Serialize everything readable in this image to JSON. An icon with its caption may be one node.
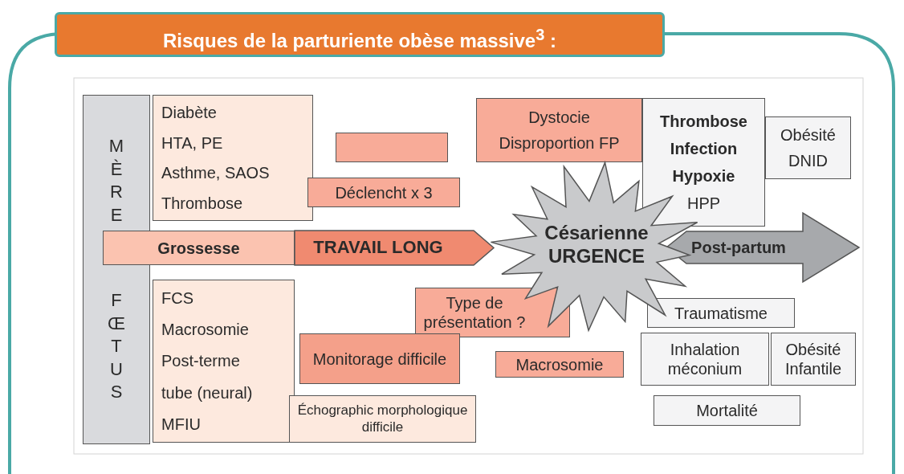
{
  "diagram": {
    "title": "Risques de la parturiente obèse massive$^{3}$ :",
    "nodes": [
      {
        "text": [
          "MÈRE",
          "FŒTUS"
        ]
      },
      {
        "text": [
          "Diabète",
          "HTA, PE",
          "Asthme, SAOS",
          "Thrombose"
        ]
      },
      {
        "text": [],
        "shape": "box"
      },
      {
        "text": [
          "Déclencht x 3"
        ]
      },
      {
        "text": [
          "Dystocie",
          "Disproportion FP"
        ]
      },
      {
        "text": [
          "Thrombose",
          "Infection",
          "Hypoxie",
          "HPP"
        ]
      },
      {
        "text": [
          "Obésité",
          "DNID"
        ]
      },
      {
        "text": [
          "Grossesse"
        ]
      },
      {
        "text": [
          "TRAVAIL LONG"
        ]
      },
      {
        "text": [
          "Césarienne URGENCE"
        ]
      },
      {
        "text": [
          "Post-partum"
        ]
      },
      {
        "text": [
          "FCS",
          "Macrosomie",
          "Post-terme",
          "tube (neural)",
          "MFIU"
        ]
      },
      {
        "text": [
          "Type de présentation ?"
        ]
      },
      {
        "text": [
          "Monitorage difficile"
        ]
      },
      {
        "text": [
          "Macrosomie"
        ]
      },
      {
        "text": [
          "Échographic morphologique difficile"
        ]
      },
      {
        "text": [
          "Traumatisme"
        ]
      },
      {
        "text": [
          "Inhalation méconium"
        ]
      },
      {
        "text": [
          "Obésité Infantile"
        ]
      },
      {
        "text": [
          "Mortalité"
        ]
      }
    ]
  }
}
